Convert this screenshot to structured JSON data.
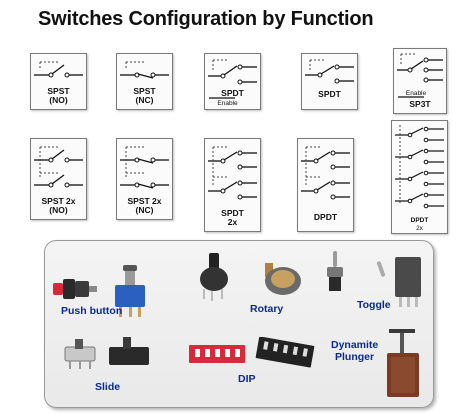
{
  "title": "Switches Configuration by Function",
  "diagrams": {
    "spst_no": {
      "line1": "SPST",
      "line2": "(NO)"
    },
    "spst_nc": {
      "line1": "SPST",
      "line2": "(NC)"
    },
    "spdt_enable": {
      "line1": "SPDT",
      "line2": "Enable"
    },
    "spdt": {
      "line1": "SPDT"
    },
    "sp3t": {
      "line1": "Enable",
      "line2": "SP3T"
    },
    "spst2x_no": {
      "line1": "SPST 2x",
      "line2": "(NO)"
    },
    "spst2x_nc": {
      "line1": "SPST 2x",
      "line2": "(NC)"
    },
    "spdt2x": {
      "line1": "SPDT",
      "line2": "2x"
    },
    "dpdt": {
      "line1": "DPDT"
    },
    "dpdt2x": {
      "line1": "DPDT",
      "line2": "2x"
    }
  },
  "photos": {
    "push_button": "Push button",
    "rotary": "Rotary",
    "toggle": "Toggle",
    "slide": "Slide",
    "dip": "DIP",
    "dynamite_line1": "Dynamite",
    "dynamite_line2": "Plunger"
  },
  "colors": {
    "label": "#0b2a8a",
    "red": "#d8283a",
    "blue": "#2b5fc0"
  }
}
